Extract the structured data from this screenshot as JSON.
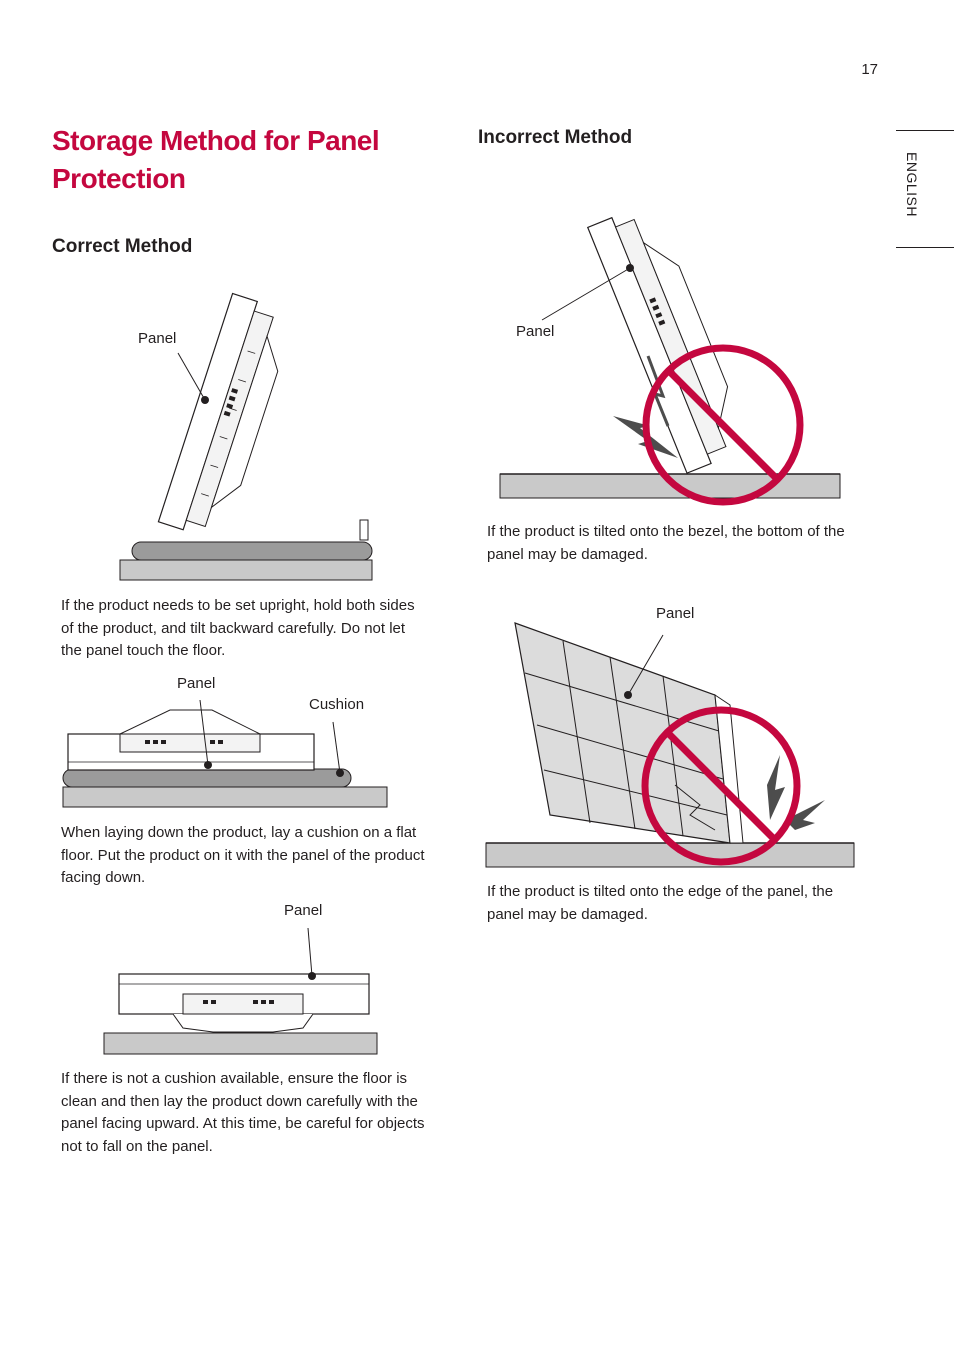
{
  "page": {
    "number": "17",
    "language_tab": "ENGLISH",
    "title": "Storage Method for Panel Protection"
  },
  "correct": {
    "heading": "Correct Method",
    "fig1": {
      "label_panel": "Panel"
    },
    "caption1": "If the product needs to be set upright, hold both sides of the product, and tilt backward carefully. Do not let the panel touch the floor.",
    "fig2": {
      "label_panel": "Panel",
      "label_cushion": "Cushion"
    },
    "caption2": "When laying down the product, lay a cushion on a flat floor. Put the product on it with the panel of the product facing down.",
    "fig3": {
      "label_panel": "Panel"
    },
    "caption3": "If there is not a cushion available, ensure the floor is clean and then lay the product down carefully with the panel facing upward. At this time, be careful for objects not to fall on the panel."
  },
  "incorrect": {
    "heading": "Incorrect Method",
    "fig1": {
      "label_panel": "Panel"
    },
    "caption1": "If the product is tilted onto the bezel, the bottom of the panel may be damaged.",
    "fig2": {
      "label_panel": "Panel"
    },
    "caption2": "If the product is tilted onto the edge of the panel, the panel may be damaged."
  },
  "colors": {
    "title_accent": "#c4073f",
    "prohibition": "#c4073f",
    "text": "#231f20"
  },
  "icons": [
    "prohibition-icon",
    "impact-lightning-icon"
  ]
}
